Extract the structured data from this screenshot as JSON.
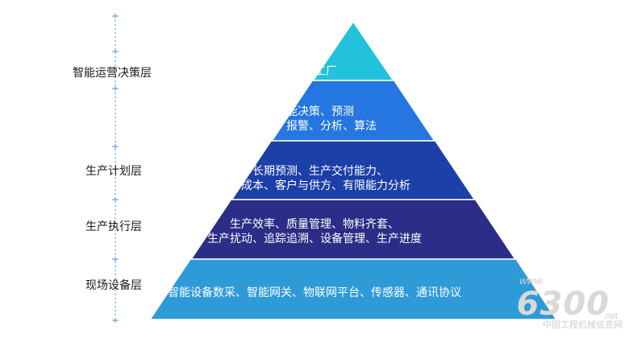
{
  "layers": [
    {
      "label": "智能运营决策层"
    },
    {
      "label": "生产计划层"
    },
    {
      "label": "生产执行层"
    },
    {
      "label": "现场设备层"
    }
  ],
  "pyramid": [
    {
      "lines": [
        "智能工厂"
      ],
      "color": "#23c2dc"
    },
    {
      "lines": [
        "智能决策、预测",
        "预警、报警、分析、算法"
      ],
      "color": "#2576e0"
    },
    {
      "lines": [
        "中长期预测、生产交付能力、",
        "生产成本、客户与供方、有限能力分析"
      ],
      "color": "#1c3fa8"
    },
    {
      "lines": [
        "生产效率、质量管理、物料齐套、",
        "生产扰动、追踪追溯、设备管理、生产进度"
      ],
      "color": "#2b2d86"
    },
    {
      "lines": [
        "智能设备数采、智能网关、物联网平台、传感器、通讯协议"
      ],
      "color": "#2f9ad8"
    }
  ],
  "axis_color": "#4a90e2",
  "watermark": {
    "www": "www.",
    "big": "6300",
    "net": ".net",
    "cn": "中国工程机械信息网"
  }
}
